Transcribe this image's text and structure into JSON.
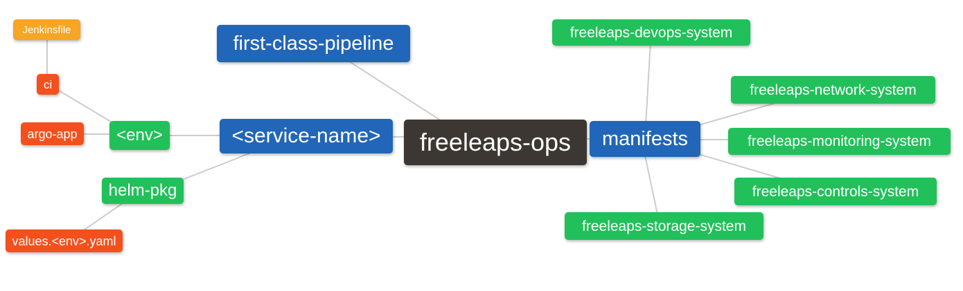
{
  "diagram": {
    "type": "mindmap",
    "root": "freeleaps-ops",
    "colors": {
      "orange": "#F6A524",
      "red": "#F4501E",
      "green": "#21C05A",
      "blue": "#2166B8",
      "dark": "#3C3733",
      "edge": "#CCCCCC",
      "background": "#FFFFFF",
      "node_text": "#FFFFFF"
    },
    "nodes": [
      {
        "id": "jenkinsfile",
        "label": "Jenkinsfile",
        "color": "#F6A524"
      },
      {
        "id": "ci",
        "label": "ci",
        "color": "#F4501E"
      },
      {
        "id": "argo-app",
        "label": "argo-app",
        "color": "#F4501E"
      },
      {
        "id": "env",
        "label": "<env>",
        "color": "#21C05A"
      },
      {
        "id": "helm-pkg",
        "label": "helm-pkg",
        "color": "#21C05A"
      },
      {
        "id": "values-env-yaml",
        "label": "values.<env>.yaml",
        "color": "#F4501E"
      },
      {
        "id": "first-class-pipeline",
        "label": "first-class-pipeline",
        "color": "#2166B8"
      },
      {
        "id": "service-name",
        "label": "<service-name>",
        "color": "#2166B8"
      },
      {
        "id": "freeleaps-ops",
        "label": "freeleaps-ops",
        "color": "#3C3733"
      },
      {
        "id": "manifests",
        "label": "manifests",
        "color": "#2166B8"
      },
      {
        "id": "freeleaps-devops-system",
        "label": "freeleaps-devops-system",
        "color": "#21C05A"
      },
      {
        "id": "freeleaps-network-system",
        "label": "freeleaps-network-system",
        "color": "#21C05A"
      },
      {
        "id": "freeleaps-monitoring-system",
        "label": "freeleaps-monitoring-system",
        "color": "#21C05A"
      },
      {
        "id": "freeleaps-controls-system",
        "label": "freeleaps-controls-system",
        "color": "#21C05A"
      },
      {
        "id": "freeleaps-storage-system",
        "label": "freeleaps-storage-system",
        "color": "#21C05A"
      }
    ],
    "edges": [
      {
        "from": "ci",
        "to": "jenkinsfile"
      },
      {
        "from": "env",
        "to": "ci"
      },
      {
        "from": "env",
        "to": "argo-app"
      },
      {
        "from": "service-name",
        "to": "env"
      },
      {
        "from": "service-name",
        "to": "helm-pkg"
      },
      {
        "from": "helm-pkg",
        "to": "values-env-yaml"
      },
      {
        "from": "freeleaps-ops",
        "to": "first-class-pipeline"
      },
      {
        "from": "freeleaps-ops",
        "to": "service-name"
      },
      {
        "from": "freeleaps-ops",
        "to": "manifests"
      },
      {
        "from": "manifests",
        "to": "freeleaps-devops-system"
      },
      {
        "from": "manifests",
        "to": "freeleaps-network-system"
      },
      {
        "from": "manifests",
        "to": "freeleaps-monitoring-system"
      },
      {
        "from": "manifests",
        "to": "freeleaps-controls-system"
      },
      {
        "from": "manifests",
        "to": "freeleaps-storage-system"
      }
    ]
  }
}
